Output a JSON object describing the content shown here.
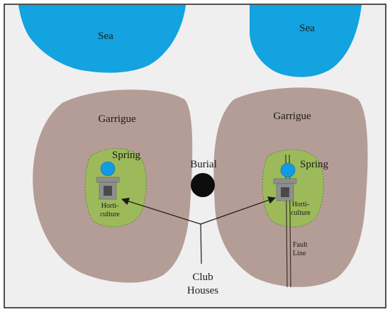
{
  "labels": {
    "sea_left": "Sea",
    "sea_right": "Sea",
    "garrigue_left": "Garrigue",
    "garrigue_right": "Garrigue",
    "spring_left": "Spring",
    "spring_right": "Spring",
    "burial": "Burial",
    "horti_left_1": "Horti-",
    "horti_left_2": "culture",
    "horti_right_1": "Horti-",
    "horti_right_2": "culture",
    "fault_1": "Fault",
    "fault_2": "Line",
    "club_1": "Club",
    "club_2": "Houses"
  },
  "colors": {
    "background": "#f0efef",
    "frame": "#1a1a1a",
    "sea": "#12a3e0",
    "garrigue": "#b49d96",
    "horticulture": "#9cba5a",
    "spring": "#129be0",
    "burial": "#0d0d0d",
    "clubhouse_outer": "#8e8e8e",
    "clubhouse_inner": "#4a4a4a"
  }
}
